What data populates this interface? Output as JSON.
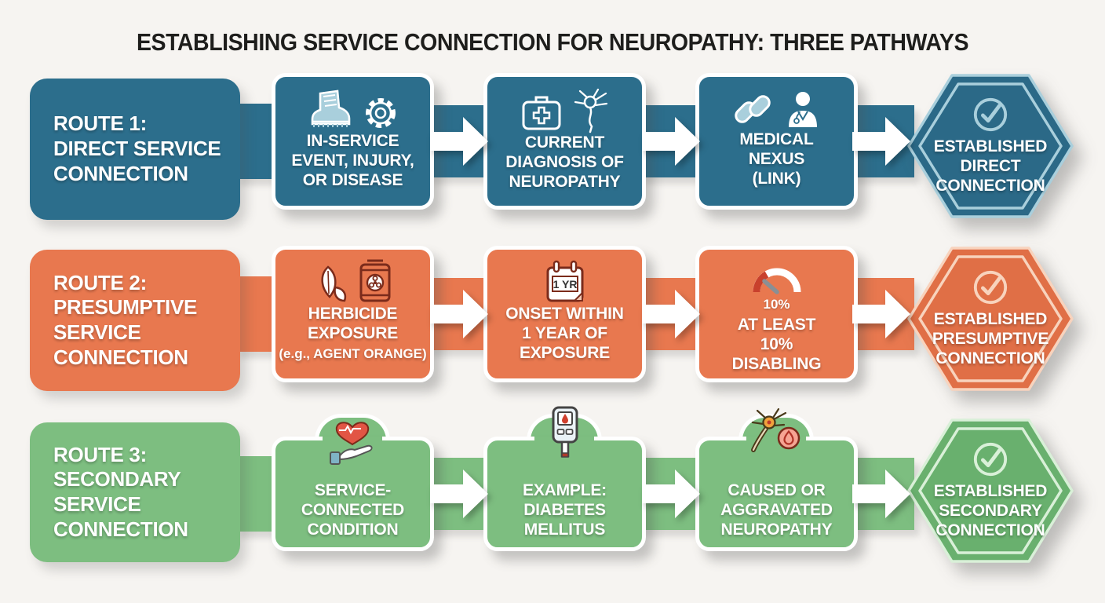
{
  "title": "ESTABLISHING SERVICE CONNECTION FOR NEUROPATHY: THREE PATHWAYS",
  "background_color": "#F6F4F1",
  "title_color": "#1E1E1C",
  "routes": [
    {
      "name": "route-1-direct-service-connection",
      "color": "#2C6E8C",
      "light_color": "#A9CFDC",
      "result_color": "#2B6987",
      "label": "ROUTE 1:\nDIRECT SERVICE\nCONNECTION",
      "steps": [
        {
          "label": "IN-SERVICE\nEVENT, INJURY,\nOR DISEASE",
          "icons": [
            "combat-boot-icon",
            "gear-icon"
          ]
        },
        {
          "label": "CURRENT\nDIAGNOSIS OF\nNEUROPATHY",
          "icons": [
            "first-aid-kit-icon",
            "neuron-icon"
          ]
        },
        {
          "label": "MEDICAL\nNEXUS\n(LINK)",
          "icons": [
            "chain-link-icon",
            "doctor-icon"
          ]
        }
      ],
      "result": {
        "label": "ESTABLISHED\nDIRECT\nCONNECTION",
        "icon": "check-circle-icon"
      }
    },
    {
      "name": "route-2-presumptive-service-connection",
      "color": "#E8784F",
      "light_color": "#F8D3BD",
      "result_color": "#E06F46",
      "label": "ROUTE 2:\nPRESUMPTIVE\nSERVICE\nCONNECTION",
      "steps": [
        {
          "label": "HERBICIDE\nEXPOSURE",
          "sublabel": "(e.g., AGENT ORANGE)",
          "icons": [
            "leaf-icon",
            "chemical-barrel-icon"
          ]
        },
        {
          "label": "ONSET WITHIN\n1 YEAR OF\nEXPOSURE",
          "icons": [
            "calendar-icon"
          ],
          "icon_text": "1 YR"
        },
        {
          "label": "AT LEAST\n10%\nDISABLING",
          "icons": [
            "gauge-icon"
          ],
          "icon_caption": "10%"
        }
      ],
      "result": {
        "label": "ESTABLISHED\nPRESUMPTIVE\nCONNECTION",
        "icon": "check-circle-icon"
      }
    },
    {
      "name": "route-3-secondary-service-connection",
      "color": "#7DBE80",
      "light_color": "#D9F0D8",
      "result_color": "#69B06E",
      "label": "ROUTE 3:\nSECONDARY\nSERVICE\nCONNECTION",
      "steps": [
        {
          "label": "SERVICE-\nCONNECTED\nCONDITION",
          "icons": [
            "hand-heart-icon"
          ]
        },
        {
          "label": "EXAMPLE:\nDIABETES\nMELLITUS",
          "icons": [
            "glucose-meter-icon"
          ]
        },
        {
          "label": "CAUSED OR\nAGGRAVATED\nNEUROPATHY",
          "icons": [
            "neuron-flame-icon"
          ]
        }
      ],
      "result": {
        "label": "ESTABLISHED\nSECONDARY\nCONNECTION",
        "icon": "check-circle-icon"
      }
    }
  ]
}
